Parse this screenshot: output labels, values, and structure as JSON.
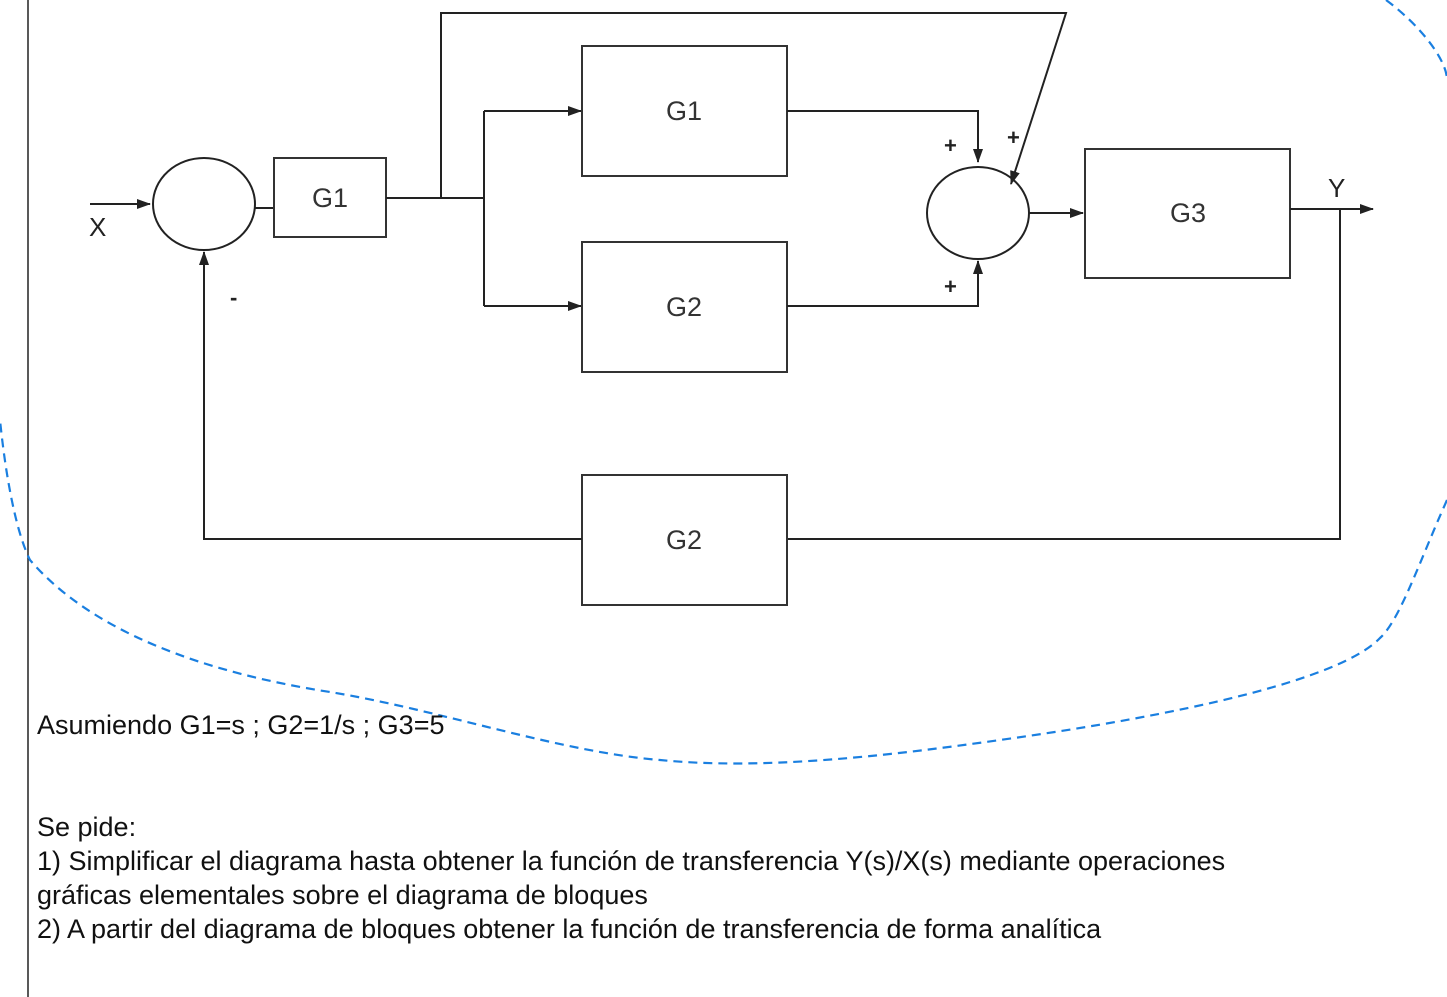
{
  "diagram": {
    "input_label": "X",
    "output_label": "Y",
    "blocks": {
      "g1_forward": "G1",
      "g1_upper": "G1",
      "g2_lower": "G2",
      "g3": "G3",
      "g2_feedback": "G2"
    },
    "signs": {
      "sum1_feedback": "-",
      "sum2_top": "+",
      "sum2_diag": "+",
      "sum2_bottom": "+"
    },
    "colors": {
      "line": "#222222",
      "box_stroke": "#333333",
      "annotation": "#1a7fe0"
    }
  },
  "text": {
    "assumption": "Asumiendo G1=s ; G2=1/s ; G3=5",
    "request_title": "Se pide:",
    "item1_line1": "1) Simplificar el diagrama hasta obtener la función de transferencia Y(s)/X(s) mediante operaciones",
    "item1_line2": "gráficas elementales sobre el diagrama de bloques",
    "item2": "2) A partir del diagrama de bloques obtener la función de transferencia de forma analítica"
  }
}
